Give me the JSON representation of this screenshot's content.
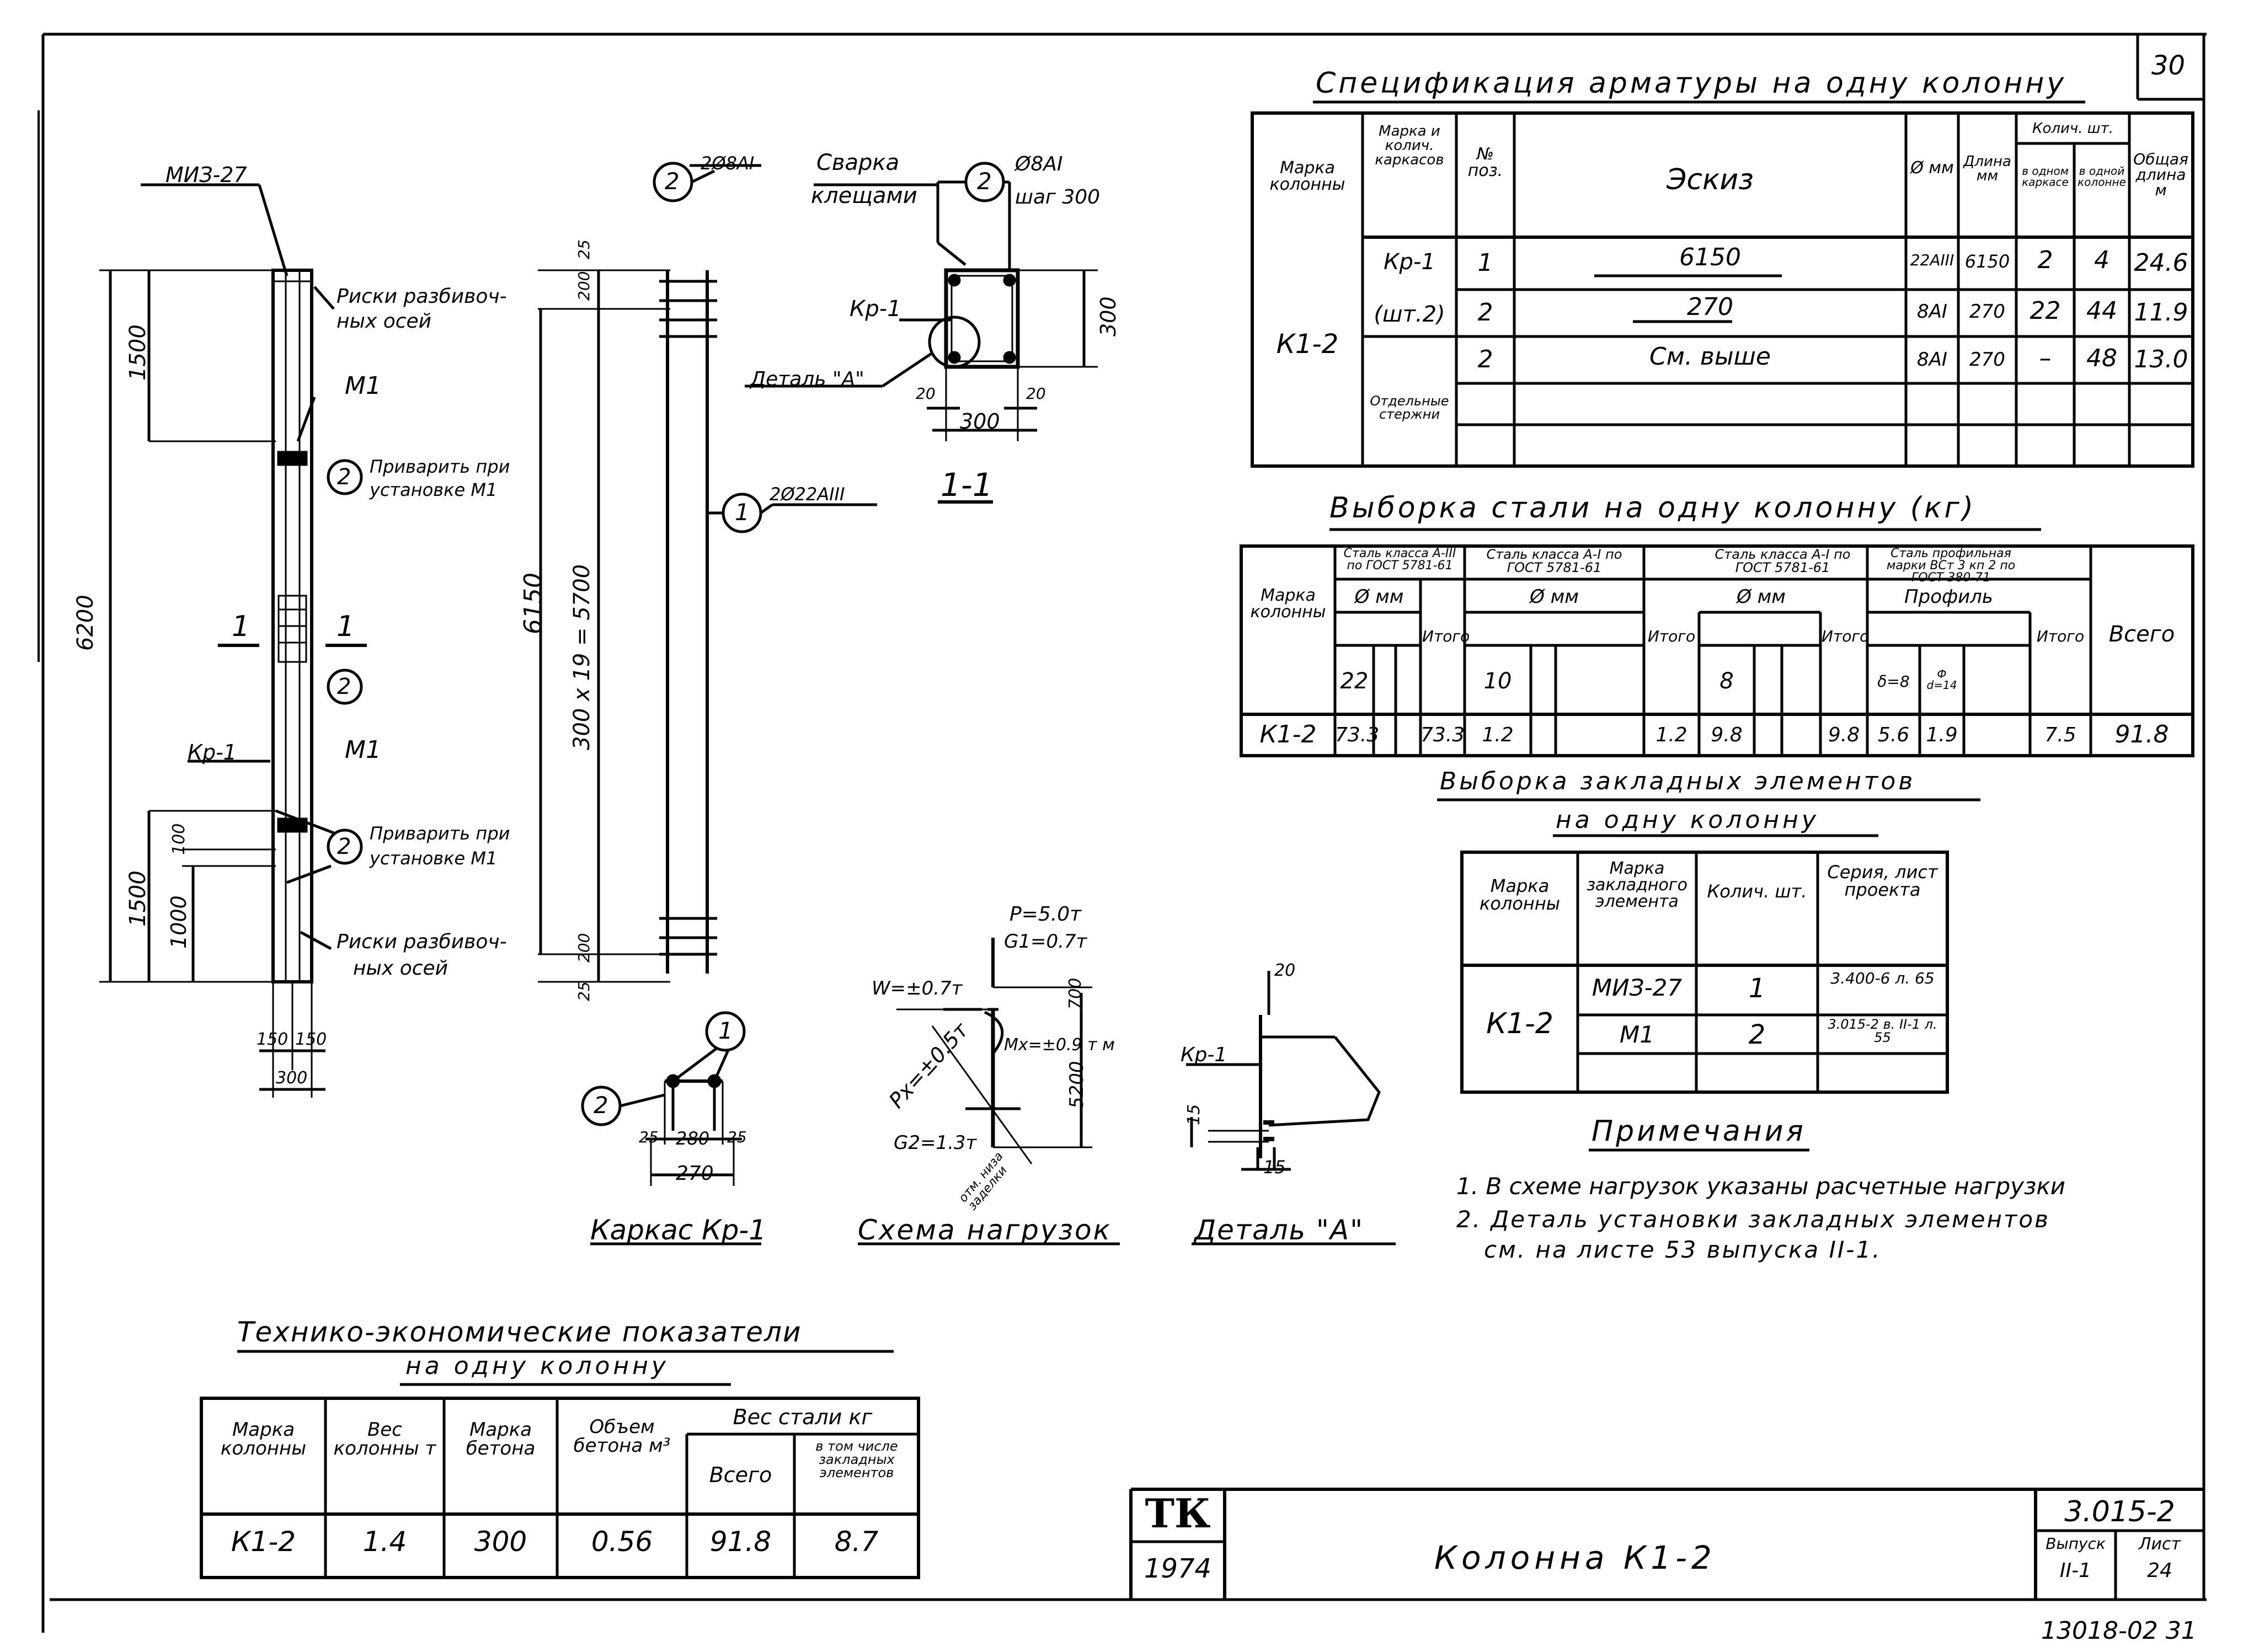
{
  "sheet": {
    "page_number": "30",
    "footer_code": "13018-02 31"
  },
  "spec": {
    "title": "Спецификация арматуры на одну колонну",
    "headers": {
      "col_mark": "Марка колонны",
      "frame_mark": "Марка и колич. каркасов",
      "pos": "№ поз.",
      "sketch": "Эскиз",
      "dia": "Ø мм",
      "length": "Длина мм",
      "qty": "Колич. шт.",
      "qty_frame": "в одном каркасе",
      "qty_col": "в одной колонне",
      "total_length": "Общая длина м"
    },
    "col_mark": "К1-2",
    "frame": "Кр-1",
    "frame_qty": "(шт.2)",
    "separate": "Отдельные стержни",
    "rows": [
      {
        "pos": "1",
        "sketch": "6150",
        "dia": "22АIII",
        "length": "6150",
        "qty_frame": "2",
        "qty_col": "4",
        "total": "24.6"
      },
      {
        "pos": "2",
        "sketch": "270",
        "dia": "8AI",
        "length": "270",
        "qty_frame": "22",
        "qty_col": "44",
        "total": "11.9"
      },
      {
        "pos": "2",
        "sketch": "См. выше",
        "dia": "8AI",
        "length": "270",
        "qty_frame": "–",
        "qty_col": "48",
        "total": "13.0"
      }
    ]
  },
  "steel": {
    "title": "Выборка стали на одну колонну (кг)",
    "h_mark": "Марка колонны",
    "g1": "Сталь класса А-III по ГОСТ 5781-61",
    "g2": "Сталь класса А-I по ГОСТ 5781-61",
    "g3": "Сталь класса А-I по ГОСТ 5781-61",
    "g4": "Сталь профильная марки ВСт 3 кп 2 по ГОСТ 380-71",
    "dia": "Ø мм",
    "profile": "Профиль",
    "itogo": "Итого",
    "vsego": "Всего",
    "d1": "22",
    "d2": "10",
    "d3": "8",
    "p1": "δ=8",
    "p2": "Ф d=14",
    "row": {
      "mark": "К1-2",
      "v1": "73.3",
      "t1": "73.3",
      "v2": "1.2",
      "t2": "1.2",
      "v3": "9.8",
      "t3": "9.8",
      "p1": "5.6",
      "p2": "1.9",
      "t4": "7.5",
      "total": "91.8"
    }
  },
  "embedded": {
    "title1": "Выборка закладных элементов",
    "title2": "на одну колонну",
    "h1": "Марка колонны",
    "h2": "Марка закладного элемента",
    "h3": "Колич. шт.",
    "h4": "Серия, лист проекта",
    "mark": "К1-2",
    "rows": [
      {
        "el": "МИЗ-27",
        "qty": "1",
        "ref": "3.400-6 л. 65"
      },
      {
        "el": "М1",
        "qty": "2",
        "ref": "3.015-2 в. II-1 л. 55"
      }
    ]
  },
  "notes": {
    "title": "Примечания",
    "n1": "1. В схеме нагрузок указаны расчетные нагрузки",
    "n2": "2. Деталь установки закладных элементов",
    "n3": "см. на листе 53 выпуска II-1."
  },
  "tech": {
    "title1": "Технико-экономические показатели",
    "title2": "на одну колонну",
    "h_mark": "Марка колонны",
    "h_weight": "Вес колонны т",
    "h_concrete": "Марка бетона",
    "h_volume": "Объем бетона м³",
    "h_steel": "Вес стали кг",
    "h_total": "Всего",
    "h_incl": "в том числе закладных элементов",
    "row": {
      "mark": "К1-2",
      "weight": "1.4",
      "concrete": "300",
      "volume": "0.56",
      "total": "91.8",
      "incl": "8.7"
    }
  },
  "stamp": {
    "logo": "ТК",
    "year": "1974",
    "title": "Колонна К1-2",
    "series": "3.015-2",
    "issue_label": "Выпуск",
    "issue": "II-1",
    "sheet_label": "Лист",
    "sheet": "24"
  },
  "drawing": {
    "elevation": {
      "miz": "МИЗ-27",
      "risk1": "Риски разбивоч-",
      "risk1b": "ных осей",
      "m1_top": "М1",
      "weld_top1": "Приварить при",
      "weld_top2": "установке М1",
      "sec": "1",
      "kr": "Кр-1",
      "m1_bot": "М1",
      "weld_bot1": "Приварить при",
      "weld_bot2": "установке М1",
      "risk2": "Риски разбивоч-",
      "risk2b": "ных осей",
      "dim_6200": "6200",
      "dim_1500a": "1500",
      "dim_1500b": "1500",
      "dim_1000": "1000",
      "dim_100": "100",
      "dim_150a": "150",
      "dim_150b": "150",
      "dim_300": "300",
      "pos2": "2"
    },
    "frame": {
      "top_label": "2Ø8AI",
      "bar_label": "2Ø22АIII",
      "dim_6150": "6150",
      "dim_5700": "300 x 19 = 5700",
      "dim_200a": "200",
      "dim_200b": "200",
      "dim_25a": "25",
      "dim_25b": "25",
      "pos1": "1",
      "pos2": "2"
    },
    "section": {
      "weld1": "Сварка",
      "weld2": "клещами",
      "bar1": "Ø8AI",
      "bar2": "шаг 300",
      "kr": "Кр-1",
      "detail": "Деталь \"А\"",
      "dim_300v": "300",
      "dim_300h": "300",
      "dim_20a": "20",
      "dim_20b": "20",
      "label": "1-1",
      "pos2": "2"
    },
    "frame_kr1": {
      "label": "Каркас Кр-1",
      "dim_270": "270",
      "dim_280": "280",
      "dim_25a": "25",
      "dim_25b": "25",
      "pos1": "1",
      "pos2": "2"
    },
    "loads": {
      "label": "Схема нагрузок",
      "p": "P=5.0т",
      "g1": "G1=0.7т",
      "w": "W=±0.7т",
      "px": "Px=±0.5т",
      "mx": "Mx=±0.9 т м",
      "g2": "G2=1.3т",
      "dim_700": "700",
      "dim_5200": "5200",
      "base": "отм. низа заделки"
    },
    "detail_a": {
      "label": "Деталь \"А\"",
      "kr": "Кр-1",
      "dim_20": "20",
      "dim_15a": "15",
      "dim_15b": "15"
    }
  }
}
